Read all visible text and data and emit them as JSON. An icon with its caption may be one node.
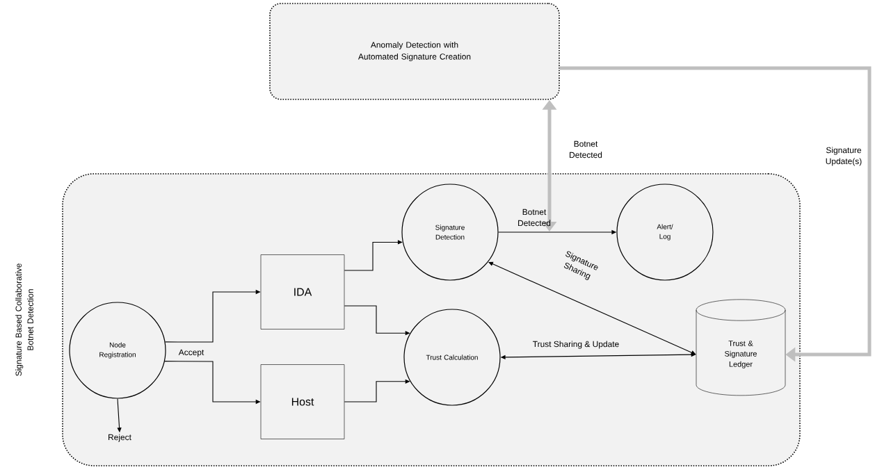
{
  "diagram": {
    "nodes": [
      {
        "text": [
          "Anomaly Detection with Automated Signature Creation"
        ]
      },
      {
        "text": [
          "Signature Based Collaborative Botnet Detection"
        ]
      },
      {
        "text": [
          "Node Registration"
        ],
        "in": 1
      },
      {
        "text": [
          "IDA"
        ],
        "in": 1
      },
      {
        "text": [
          "Host"
        ],
        "in": 1
      },
      {
        "text": [
          "Signature Detection"
        ],
        "in": 1
      },
      {
        "text": [
          "Trust Calculation"
        ],
        "in": 1
      },
      {
        "text": [
          "Alert/ Log"
        ],
        "in": 1
      },
      {
        "text": [
          "Trust & Signature Ledger"
        ],
        "in": 1
      },
      {
        "text": [
          "Reject"
        ],
        "in": 1
      }
    ],
    "edges": [
      {
        "from": 2,
        "to": 3,
        "arrow": "to",
        "label": "Accept"
      },
      {
        "from": 2,
        "to": 4,
        "arrow": "to"
      },
      {
        "from": 2,
        "to": 9,
        "arrow": "to"
      },
      {
        "from": 3,
        "to": 5,
        "arrow": "to"
      },
      {
        "from": 3,
        "to": 6,
        "arrow": "to"
      },
      {
        "from": 4,
        "to": 6,
        "arrow": "to"
      },
      {
        "from": 5,
        "to": 7,
        "arrow": "to",
        "label": "Botnet Detected"
      },
      {
        "from": 8,
        "to": 5,
        "arrow": "both",
        "label": "Signature Sharing"
      },
      {
        "from": 6,
        "to": 8,
        "arrow": "both",
        "label": "Trust Sharing & Update"
      },
      {
        "from": null,
        "to": 0,
        "arrow": "both",
        "label": "Botnet Detected",
        "style": "thick",
        "color": "#bfbfbf"
      },
      {
        "from": 0,
        "to": 8,
        "arrow": "to",
        "label": "Signature Update(s)",
        "style": "thick",
        "color": "#bfbfbf"
      }
    ]
  }
}
